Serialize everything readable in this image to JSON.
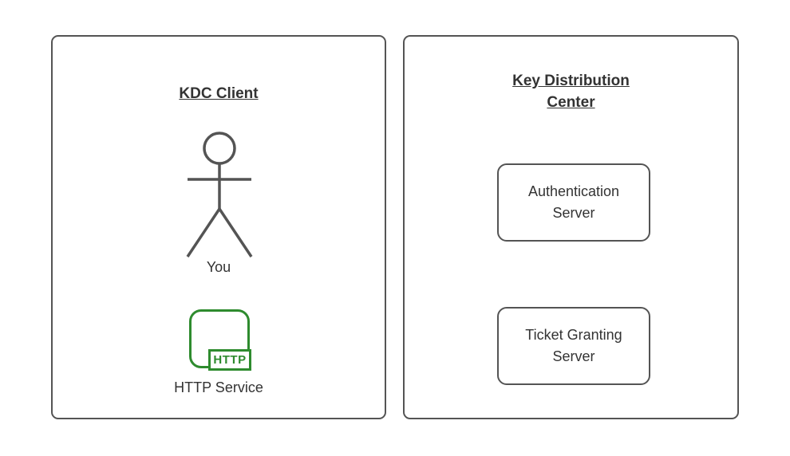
{
  "left_panel": {
    "title": "KDC Client",
    "actor_label": "You",
    "service_icon_text": "HTTP",
    "service_label": "HTTP Service"
  },
  "right_panel": {
    "title": "Key Distribution Center",
    "boxes": [
      {
        "label": "Authentication Server"
      },
      {
        "label": "Ticket Granting Server"
      }
    ]
  },
  "colors": {
    "panel_border": "#545454",
    "text": "#333333",
    "service_green": "#2E8B2E",
    "background": "#ffffff"
  }
}
